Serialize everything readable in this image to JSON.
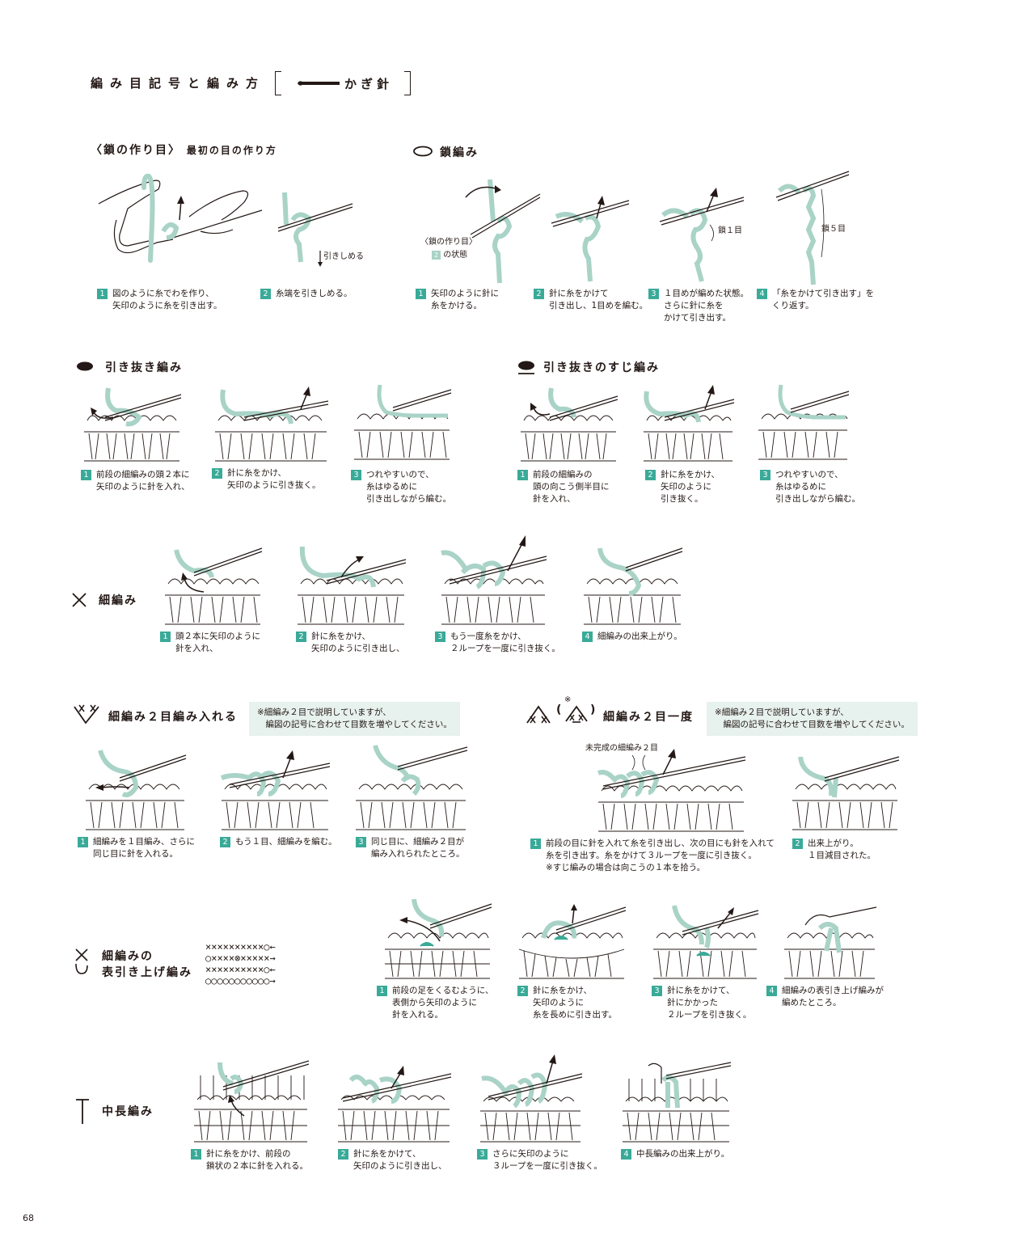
{
  "page": {
    "title": "編み目記号と編み方",
    "tool": "かぎ針",
    "page_number": "68"
  },
  "sections": {
    "chain_start": {
      "title": "〈鎖の作り目〉",
      "subtitle": "最初の目の作り方",
      "label_pull": "引きしめる",
      "steps": [
        {
          "num": "1",
          "text": "図のように糸でわを作り、\n矢印のように糸を引き出す。"
        },
        {
          "num": "2",
          "text": "糸端を引きしめる。"
        }
      ]
    },
    "chain": {
      "title": "鎖編み",
      "state_label_1": "〈鎖の作り目〉",
      "state_num": "2",
      "state_label_2": "の状態",
      "label_chain1": "鎖１目",
      "label_chain5": "鎖５目",
      "steps": [
        {
          "num": "1",
          "text": "矢印のように針に\n糸をかける。"
        },
        {
          "num": "2",
          "text": "針に糸をかけて\n引き出し、1目めを編む。"
        },
        {
          "num": "3",
          "text": "１目めが編めた状態。\nさらに針に糸を\nかけて引き出す。"
        },
        {
          "num": "4",
          "text": "「糸をかけて引き出す」を\nくり返す。"
        }
      ]
    },
    "slip": {
      "title": "引き抜き編み",
      "steps": [
        {
          "num": "1",
          "text": "前段の細編みの頭２本に\n矢印のように針を入れ、"
        },
        {
          "num": "2",
          "text": "針に糸をかけ、\n矢印のように引き抜く。"
        },
        {
          "num": "3",
          "text": "つれやすいので、\n糸はゆるめに\n引き出しながら編む。"
        }
      ]
    },
    "slip_back": {
      "title": "引き抜きのすじ編み",
      "steps": [
        {
          "num": "1",
          "text": "前段の細編みの\n頭の向こう側半目に\n針を入れ、"
        },
        {
          "num": "2",
          "text": "針に糸をかけ、\n矢印のように\n引き抜く。"
        },
        {
          "num": "3",
          "text": "つれやすいので、\n糸はゆるめに\n引き出しながら編む。"
        }
      ]
    },
    "sc": {
      "title": "細編み",
      "steps": [
        {
          "num": "1",
          "text": "頭２本に矢印のように\n針を入れ、"
        },
        {
          "num": "2",
          "text": "針に糸をかけ、\n矢印のように引き出し、"
        },
        {
          "num": "3",
          "text": "もう一度糸をかけ、\n２ループを一度に引き抜く。"
        },
        {
          "num": "4",
          "text": "細編みの出来上がり。"
        }
      ]
    },
    "sc_inc": {
      "title": "細編み２目編み入れる",
      "note": "※細編み２目で説明していますが、\n　編図の記号に合わせて目数を増やしてください。",
      "steps": [
        {
          "num": "1",
          "text": "細編みを１目編み、さらに\n同じ目に針を入れる。"
        },
        {
          "num": "2",
          "text": "もう１目、細編みを編む。"
        },
        {
          "num": "3",
          "text": "同じ目に、細編み２目が\n編み入れられたところ。"
        }
      ]
    },
    "sc_dec": {
      "title": "細編み２目一度",
      "note_mark": "※",
      "paren_open": "(",
      "paren_close": ")",
      "note": "※細編み２目で説明していますが、\n　編図の記号に合わせて目数を増やしてください。",
      "label_unfinished": "未完成の細編み２目",
      "steps": [
        {
          "num": "1",
          "text": "前段の目に針を入れて糸を引き出し、次の目にも針を入れて\n糸を引き出す。糸をかけて３ループを一度に引き抜く。\n※すじ編みの場合は向こうの１本を拾う。"
        },
        {
          "num": "2",
          "text": "出来上がり。\n１目減目された。"
        }
      ]
    },
    "fpsc": {
      "title_line1": "細編みの",
      "title_line2": "表引き上げ編み",
      "chart_rows": [
        "××××××××××○←",
        "○××××⊗×××××→",
        "××××××××××○←",
        "○○○○○○○○○○○→"
      ],
      "steps": [
        {
          "num": "1",
          "text": "前段の足をくるむように、\n表側から矢印のように\n針を入れる。"
        },
        {
          "num": "2",
          "text": "針に糸をかけ、\n矢印のように\n糸を長めに引き出す。"
        },
        {
          "num": "3",
          "text": "針に糸をかけて、\n針にかかった\n２ループを引き抜く。"
        },
        {
          "num": "4",
          "text": "細編みの表引き上げ編みが\n編めたところ。"
        }
      ]
    },
    "hdc": {
      "title": "中長編み",
      "steps": [
        {
          "num": "1",
          "text": "針に糸をかけ、前段の\n鎖状の２本に針を入れる。"
        },
        {
          "num": "2",
          "text": "針に糸をかけて、\n矢印のように引き出し、"
        },
        {
          "num": "3",
          "text": "さらに矢印のように\n３ループを一度に引き抜く。"
        },
        {
          "num": "4",
          "text": "中長編みの出来上がり。"
        }
      ]
    }
  },
  "colors": {
    "accent": "#3aaa98",
    "yarn": "#a9d3c7",
    "note_bg": "#e7f1ee",
    "ink": "#231815"
  }
}
